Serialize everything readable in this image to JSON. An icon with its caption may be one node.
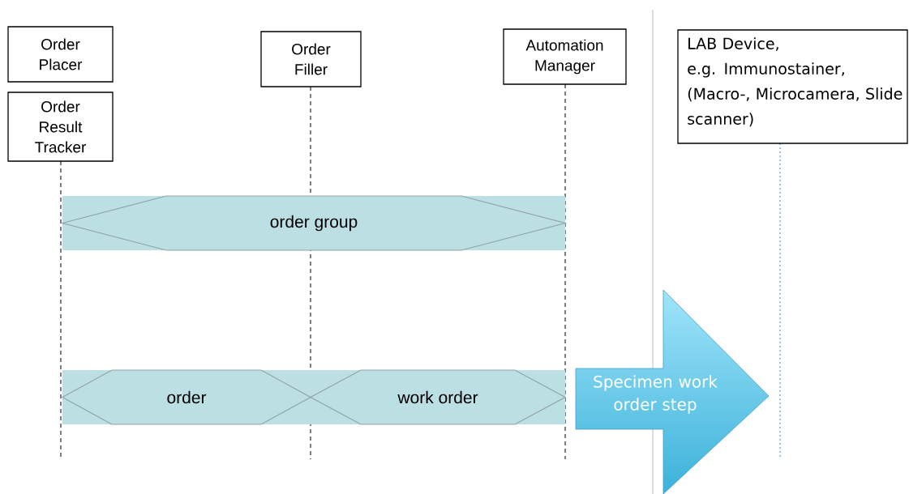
{
  "diagram": {
    "nodes": [
      {
        "text": [
          "Order Placer"
        ]
      },
      {
        "text": [
          "Order Result Tracker"
        ]
      },
      {
        "text": [
          "Order Filler"
        ]
      },
      {
        "text": [
          "Automation Manager"
        ]
      },
      {
        "text": [
          "LAB Device,",
          "e.g. Immunostainer, (Macro-, Microcamera, Slide scanner)"
        ]
      },
      {
        "text": [
          "order group"
        ]
      },
      {
        "text": [
          "order"
        ]
      },
      {
        "text": [
          "work order"
        ]
      },
      {
        "text": [
          "Specimen work order step"
        ]
      }
    ]
  }
}
